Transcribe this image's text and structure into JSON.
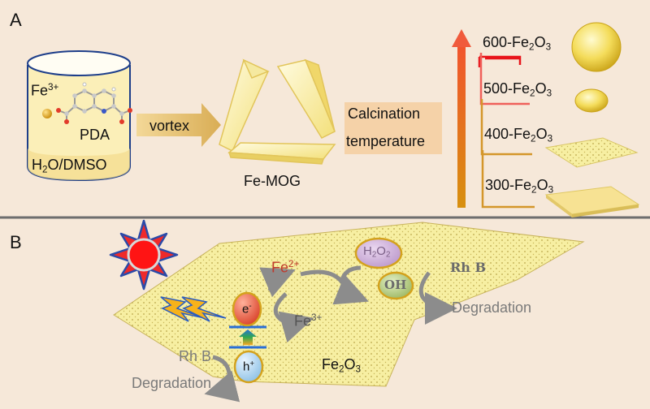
{
  "panel_a": {
    "letter": "A",
    "fe_ion": "Fe",
    "fe_charge": "3+",
    "pda": "PDA",
    "solvent_h": "H",
    "solvent_2": "2",
    "solvent_rest": "O/DMSO",
    "vortex": "vortex",
    "mog": "Fe-MOG",
    "calc_line1": "Calcination",
    "calc_line2": "temperature",
    "products": [
      {
        "prefix": "600-Fe",
        "sub1": "2",
        "mid": "O",
        "sub2": "3",
        "color": "#e8141b"
      },
      {
        "prefix": "500-Fe",
        "sub1": "2",
        "mid": "O",
        "sub2": "3",
        "color": "#f0605a"
      },
      {
        "prefix": "400-Fe",
        "sub1": "2",
        "mid": "O",
        "sub2": "3",
        "color": "#d4962a"
      },
      {
        "prefix": "300-Fe",
        "sub1": "2",
        "mid": "O",
        "sub2": "3",
        "color": "#d4962a"
      }
    ]
  },
  "panel_b": {
    "letter": "B",
    "fe2": "Fe",
    "fe2_charge": "2+",
    "fe3": "Fe",
    "fe3_charge": "3+",
    "h2o2_h": "H",
    "h2o2_2a": "2",
    "h2o2_o": "O",
    "h2o2_2b": "2",
    "oh": "OH",
    "rhb_top": "Rh B",
    "degradation_top": "Degradation",
    "electron": "e",
    "electron_charge": "-",
    "hole": "h",
    "hole_charge": "+",
    "rhb_bottom": "Rh B",
    "degradation_bottom": "Degradation",
    "product_fe": "Fe",
    "product_2": "2",
    "product_o": "O",
    "product_3": "3"
  }
}
